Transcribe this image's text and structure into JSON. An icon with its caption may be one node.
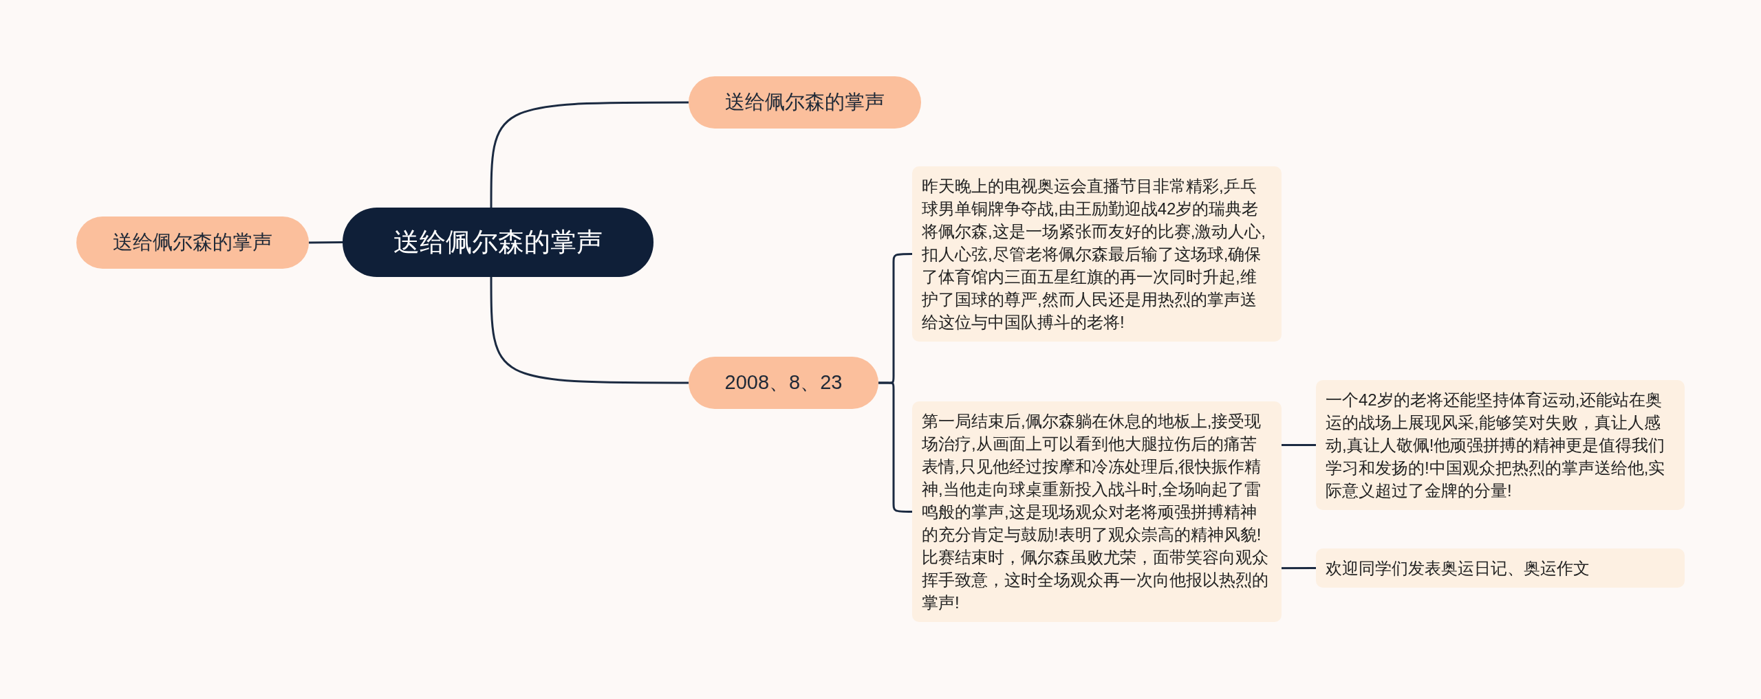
{
  "diagram": {
    "nodes": [
      {
        "text": [
          "送给佩尔森的掌声"
        ]
      },
      {
        "text": [
          "送给佩尔森的掌声"
        ]
      },
      {
        "text": [
          "送给佩尔森的掌声"
        ]
      },
      {
        "text": [
          "2008、8、23"
        ]
      },
      {
        "text": [
          "昨天晚上的电视奥运会直播节目非常精彩,乒乓球男单铜牌争夺战,由王励勤迎战42岁的瑞典老将佩尔森,这是一场紧张而友好的比赛,激动人心,扣人心弦,尽管老将佩尔森最后输了这场球,确保了体育馆内三面五星红旗的再一次同时升起,维护了国球的尊严,然而人民还是用热烈的掌声送给这位与中国队搏斗的老将!"
        ]
      },
      {
        "text": [
          "第一局结束后,佩尔森躺在休息的地板上,接受现场治疗,从画面上可以看到他大腿拉伤后的痛苦表情,只见他经过按摩和冷冻处理后,很快振作精神,当他走向球桌重新投入战斗时,全场响起了雷鸣般的掌声,这是现场观众对老将顽强拼搏精神的充分肯定与鼓励!表明了观众崇高的精神风貌!比赛结束时，佩尔森虽败尤荣，面带笑容向观众挥手致意，这时全场观众再一次向他报以热烈的掌声!"
        ]
      },
      {
        "text": [
          "一个42岁的老将还能坚持体育运动,还能站在奥运的战场上展现风采,能够笑对失败，真让人感动,真让人敬佩!他顽强拼搏的精神更是值得我们学习和发扬的!中国观众把热烈的掌声送给他,实际意义超过了金牌的分量!"
        ]
      },
      {
        "text": [
          "欢迎同学们发表奥运日记、奥运作文"
        ]
      }
    ],
    "edges": [
      {
        "from": 0,
        "to": 1,
        "arrow": "none"
      },
      {
        "from": 0,
        "to": 2,
        "arrow": "none"
      },
      {
        "from": 0,
        "to": 3,
        "arrow": "none"
      },
      {
        "from": 3,
        "to": 4,
        "arrow": "none"
      },
      {
        "from": 3,
        "to": 5,
        "arrow": "none"
      },
      {
        "from": 5,
        "to": 6,
        "arrow": "none"
      },
      {
        "from": 5,
        "to": 7,
        "arrow": "none"
      }
    ]
  }
}
